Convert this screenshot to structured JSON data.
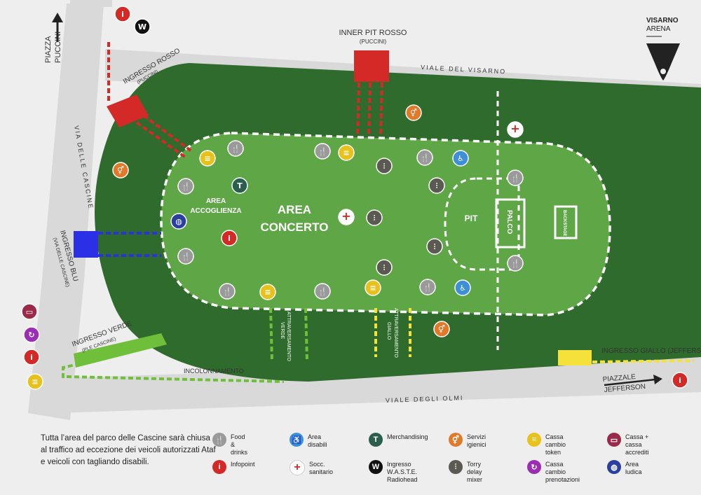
{
  "logo": {
    "line1": "VISARNO",
    "line2": "ARENA"
  },
  "streets": {
    "piazza_puccini_1": "PIAZZA",
    "piazza_puccini_2": "PUCCINI",
    "via_cascine": "VIA DELLE CASCINE",
    "viale_visarno": "VIALE DEL VISARNO",
    "viale_olmi": "VIALE DEGLI OLMI",
    "piazzale_jefferson_1": "PIAZZALE",
    "piazzale_jefferson_2": "JEFFERSON"
  },
  "entrances": {
    "rosso": "INGRESSO ROSSO",
    "rosso_sub": "(PUCCINI)",
    "inner_pit": "INNER PIT ROSSO",
    "inner_pit_sub": "(PUCCINI)",
    "blu": "INGRESSO BLU",
    "blu_sub": "(VIA DELLE CASCINE)",
    "verde": "INGRESSO VERDE",
    "verde_sub": "(PLE CASCINE)",
    "giallo": "INGRESSO GIALLO (JEFFERSON)"
  },
  "areas": {
    "concerto_1": "AREA",
    "concerto_2": "CONCERTO",
    "accoglienza_1": "AREA",
    "accoglienza_2": "ACCOGLIENZA",
    "pit": "PIT",
    "palco": "PALCO",
    "backstage": "BACKSTAGE",
    "incolonnamento": "INCOLONNAMENTO",
    "attr_verde_1": "ATTRAVERSAMENTO",
    "attr_verde_2": "VERDE",
    "attr_giallo_1": "ATTRAVERSAMENTO",
    "attr_giallo_2": "GIALLO"
  },
  "colors": {
    "outer_green": "#2f6b2c",
    "inner_green": "#5ea646",
    "rosso": "#d42a27",
    "blu": "#2b2fe6",
    "verde": "#6fbf3a",
    "giallo": "#f4e23a",
    "road": "#d8d8d8"
  },
  "note": "Tutta l’area del parco delle Cascine sarà chiusa al traffico ad eccezione dei veicoli autorizzati Ataf e veicoli con tagliando disabili.",
  "legend": [
    {
      "icon": "food-icon",
      "label": "Food & drinks",
      "color": "#9a9a9a",
      "glyph": "🍴"
    },
    {
      "icon": "disabled-icon",
      "label": "Area disabili",
      "color": "#3d8fd6",
      "glyph": "♿"
    },
    {
      "icon": "shirt-icon",
      "label": "Merchandising",
      "color": "#2c5e4e",
      "glyph": "👕"
    },
    {
      "icon": "toilet-icon",
      "label": "Servizi igienici",
      "color": "#e07a2a",
      "glyph": "🚻"
    },
    {
      "icon": "token-icon",
      "label": "Cassa cambio\ntoken",
      "color": "#e8c21c",
      "glyph": "≡"
    },
    {
      "icon": "ticket-icon",
      "label": "Cassa + cassa accrediti",
      "color": "#9b2a4a",
      "glyph": "▭"
    },
    {
      "icon": "info-icon",
      "label": "Infopoint",
      "color": "#d42a27",
      "glyph": "i"
    },
    {
      "icon": "medical-icon",
      "label": "Socc. sanitario",
      "color": "#ffffff",
      "glyph": "+"
    },
    {
      "icon": "waste-icon",
      "label": "Ingresso W.A.S.T.E.\nRadiohead",
      "color": "#111111",
      "glyph": "W"
    },
    {
      "icon": "mixer-icon",
      "label": "Torry delay mixer",
      "color": "#5a5a52",
      "glyph": "⫶"
    },
    {
      "icon": "refresh-icon",
      "label": "Cassa cambio\nprenotazioni",
      "color": "#9b2db5",
      "glyph": "↻"
    },
    {
      "icon": "ball-icon",
      "label": "Area ludica",
      "color": "#2a3f9e",
      "glyph": "◍"
    }
  ]
}
